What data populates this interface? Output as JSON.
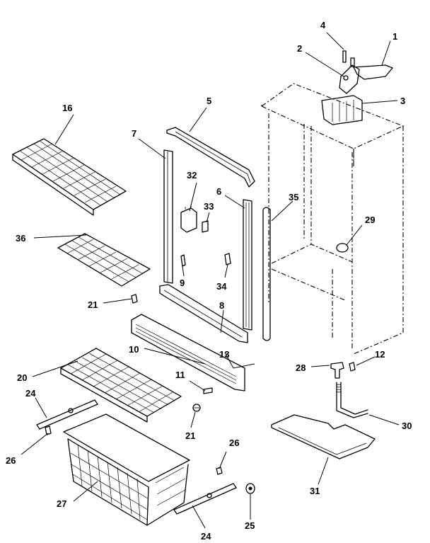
{
  "diagram": {
    "header_text": "",
    "callouts": [
      "1",
      "2",
      "3",
      "4",
      "5",
      "6",
      "7",
      "8",
      "9",
      "10",
      "11",
      "12",
      "13",
      "16",
      "20",
      "21",
      "21",
      "24",
      "24",
      "25",
      "26",
      "26",
      "27",
      "28",
      "29",
      "30",
      "31",
      "32",
      "33",
      "34",
      "35",
      "36"
    ]
  }
}
